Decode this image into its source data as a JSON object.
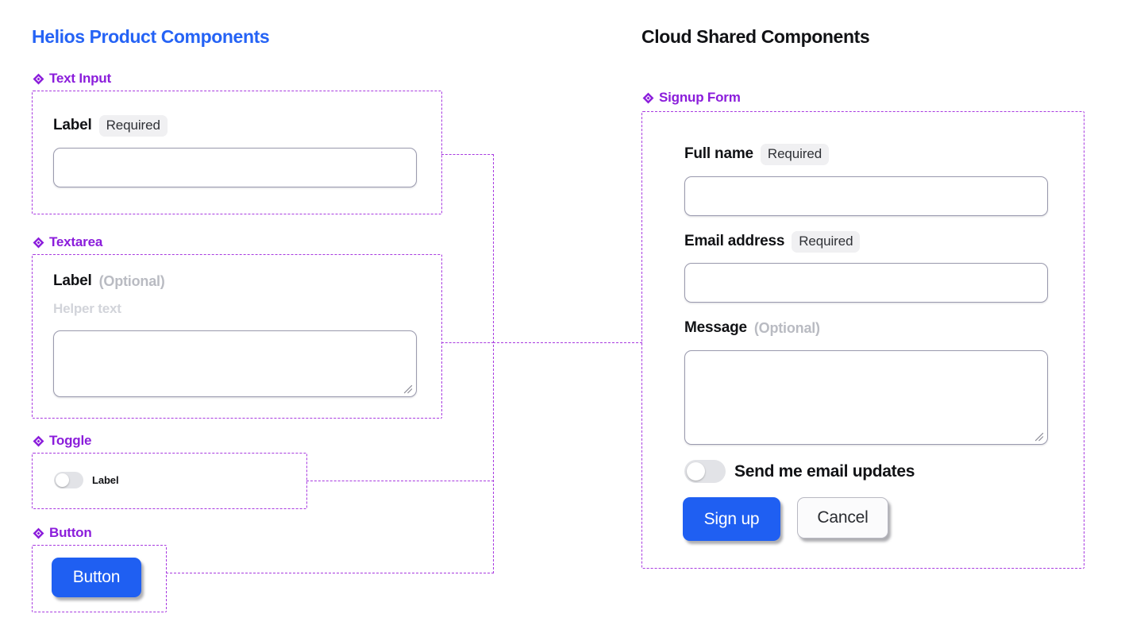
{
  "columns": {
    "left_title": "Helios Product Components",
    "right_title": "Cloud Shared Components",
    "left_title_color": "#2563f5",
    "right_title_color": "#111215",
    "accent_purple": "#8b1ddb",
    "frame_color": "#a83ae0"
  },
  "left_panel": {
    "sections": [
      {
        "heading": "Text Input",
        "icon": "component-diamond-icon"
      },
      {
        "heading": "Textarea",
        "icon": "component-diamond-icon"
      },
      {
        "heading": "Toggle",
        "icon": "component-diamond-icon"
      },
      {
        "heading": "Button",
        "icon": "component-diamond-icon"
      }
    ],
    "text_input": {
      "label": "Label",
      "badge": "Required",
      "value": "",
      "placeholder": ""
    },
    "textarea": {
      "label": "Label",
      "optional": "(Optional)",
      "helper": "Helper text",
      "value": "",
      "placeholder": ""
    },
    "toggle": {
      "label": "Label",
      "state": "off"
    },
    "button": {
      "label": "Button",
      "color": "#1f5ff2"
    }
  },
  "right_panel": {
    "section": {
      "heading": "Signup Form",
      "icon": "component-diamond-icon"
    },
    "fields": [
      {
        "label": "Full name",
        "badge": "Required",
        "optional": "",
        "value": "",
        "placeholder": "",
        "type": "input"
      },
      {
        "label": "Email address",
        "badge": "Required",
        "optional": "",
        "value": "",
        "placeholder": "",
        "type": "input"
      },
      {
        "label": "Message",
        "badge": "",
        "optional": "(Optional)",
        "value": "",
        "placeholder": "",
        "type": "textarea"
      }
    ],
    "toggle": {
      "label": "Send me email updates",
      "state": "off"
    },
    "actions": {
      "primary": "Sign up",
      "secondary": "Cancel",
      "primary_color": "#1f5ff2"
    }
  }
}
